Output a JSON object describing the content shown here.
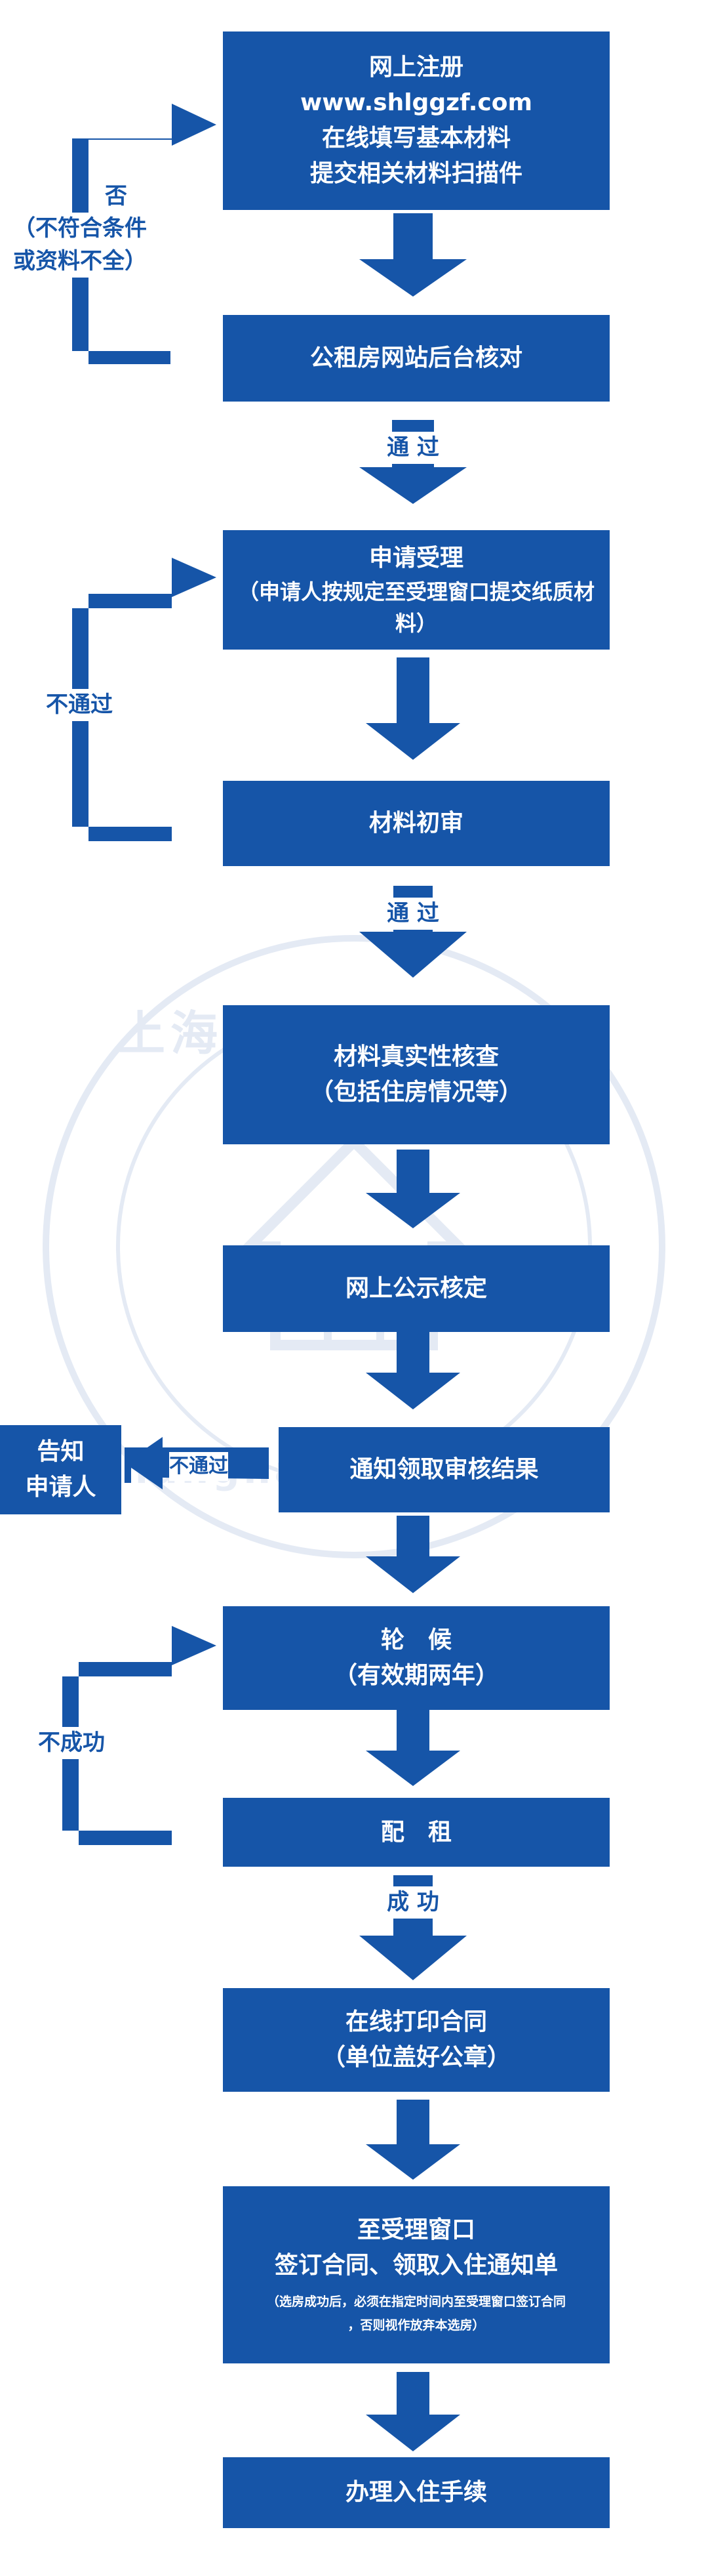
{
  "colors": {
    "primary": "#1655A8",
    "background": "#FFFFFF",
    "watermark": "#DCE4F0"
  },
  "watermark": {
    "text_top": "上海市公共租赁住房",
    "text_bottom": "shanghaigongzufang"
  },
  "steps": {
    "register": {
      "title": "网上注册",
      "url": "www.shlggzf.com",
      "line3": "在线填写基本材料",
      "line4": "提交相关材料扫描件"
    },
    "website_check": {
      "title": "公租房网站后台核对"
    },
    "accept": {
      "title": "申请受理",
      "subtitle": "（申请人按规定至受理窗口提交纸质材料）"
    },
    "initial_review": {
      "title": "材料初审"
    },
    "authenticity": {
      "title": "材料真实性核查",
      "subtitle": "（包括住房情况等）"
    },
    "publicity": {
      "title": "网上公示核定"
    },
    "notify_result": {
      "title": "通知领取审核结果"
    },
    "notify_applicant": {
      "line1": "告知",
      "line2": "申请人"
    },
    "waiting": {
      "title": "轮　候",
      "subtitle": "（有效期两年）"
    },
    "allocation": {
      "title": "配　租"
    },
    "print_contract": {
      "title": "在线打印合同",
      "subtitle": "（单位盖好公章）"
    },
    "window": {
      "title": "至受理窗口",
      "subtitle": "签订合同、领取入住通知单",
      "note1": "（选房成功后，必须在指定时间内至受理窗口签订合同",
      "note2": "，否则视作放弃本选房）"
    },
    "check_in": {
      "title": "办理入住手续"
    }
  },
  "labels": {
    "no": "否",
    "no_reason1": "（不符合条件",
    "no_reason2": "或资料不全）",
    "pass1": "通 过",
    "fail1": "不通过",
    "pass2": "通 过",
    "fail2": "不通过",
    "unsuccessful": "不成功",
    "success": "成 功"
  }
}
